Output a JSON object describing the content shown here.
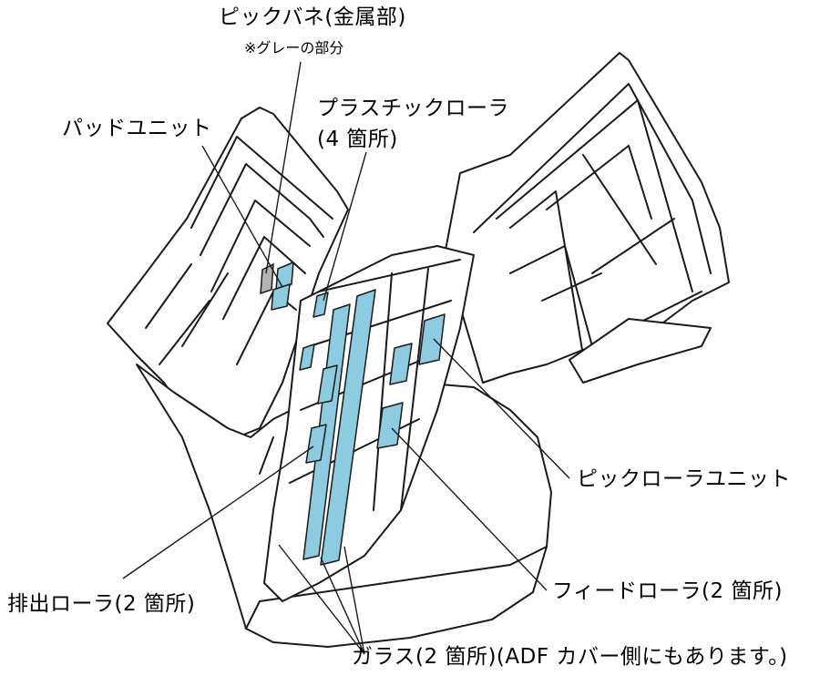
{
  "labels": {
    "pick_spring": "ピックバネ(金属部)",
    "pick_spring_note": "※グレーの部分",
    "pad_unit": "パッドユニット",
    "plastic_roller": "プラスチックローラ",
    "plastic_roller_count": "(4 箇所)",
    "pick_roller_unit": "ピックローラユニット",
    "eject_roller": "排出ローラ(2 箇所)",
    "feed_roller": "フィードローラ(2 箇所)",
    "glass": "ガラス(2 箇所)(ADF カバー側にもあります。)"
  },
  "colors": {
    "line": "#1a1a1a",
    "highlight": "#8ccbe0",
    "highlight_dark": "#5aaec8",
    "paper": "#ffffff"
  }
}
